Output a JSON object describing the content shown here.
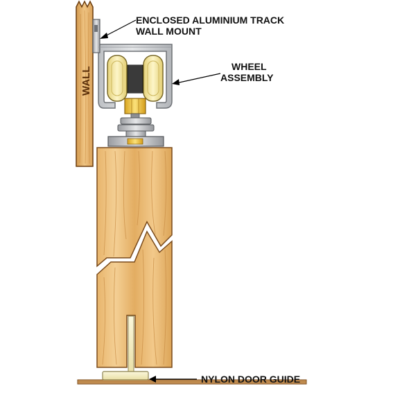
{
  "labels": {
    "track_line1": "ENCLOSED ALUMINIUM TRACK",
    "track_line2": "WALL MOUNT",
    "wheel_line1": "WHEEL",
    "wheel_line2": "ASSEMBLY",
    "guide": "NYLON DOOR GUIDE",
    "wall": "WALL"
  },
  "colors": {
    "wood_light": "#f2c98a",
    "wood_mid": "#e3ad62",
    "wood_dark": "#c98d45",
    "aluminium": "#c9cbce",
    "aluminium_dark": "#8e9196",
    "wheel_yellow": "#f7e9a0",
    "nut_brass": "#f0c640",
    "nylon": "#f4eec4"
  }
}
